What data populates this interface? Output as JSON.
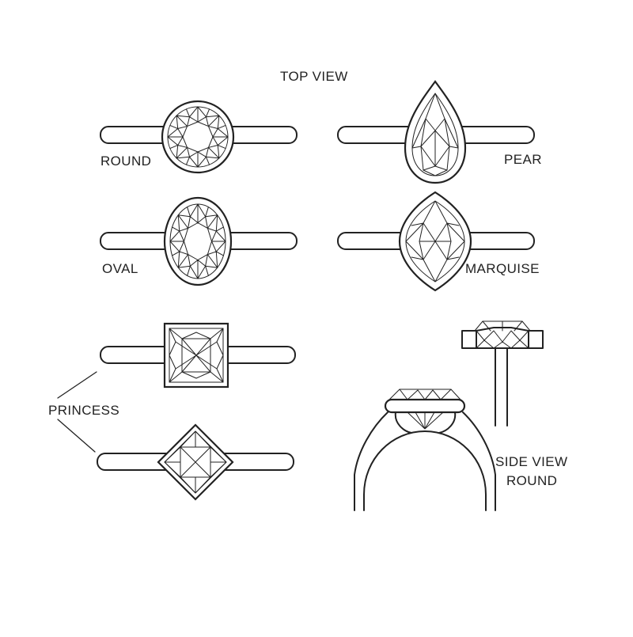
{
  "title": "TOP VIEW",
  "labels": {
    "round": "ROUND",
    "pear": "PEAR",
    "oval": "OVAL",
    "marquise": "MARQUISE",
    "princess": "PRINCESS",
    "side_view_line1": "SIDE VIEW",
    "side_view_line2": "ROUND"
  },
  "ink_color": "#222222",
  "background_color": "#ffffff"
}
